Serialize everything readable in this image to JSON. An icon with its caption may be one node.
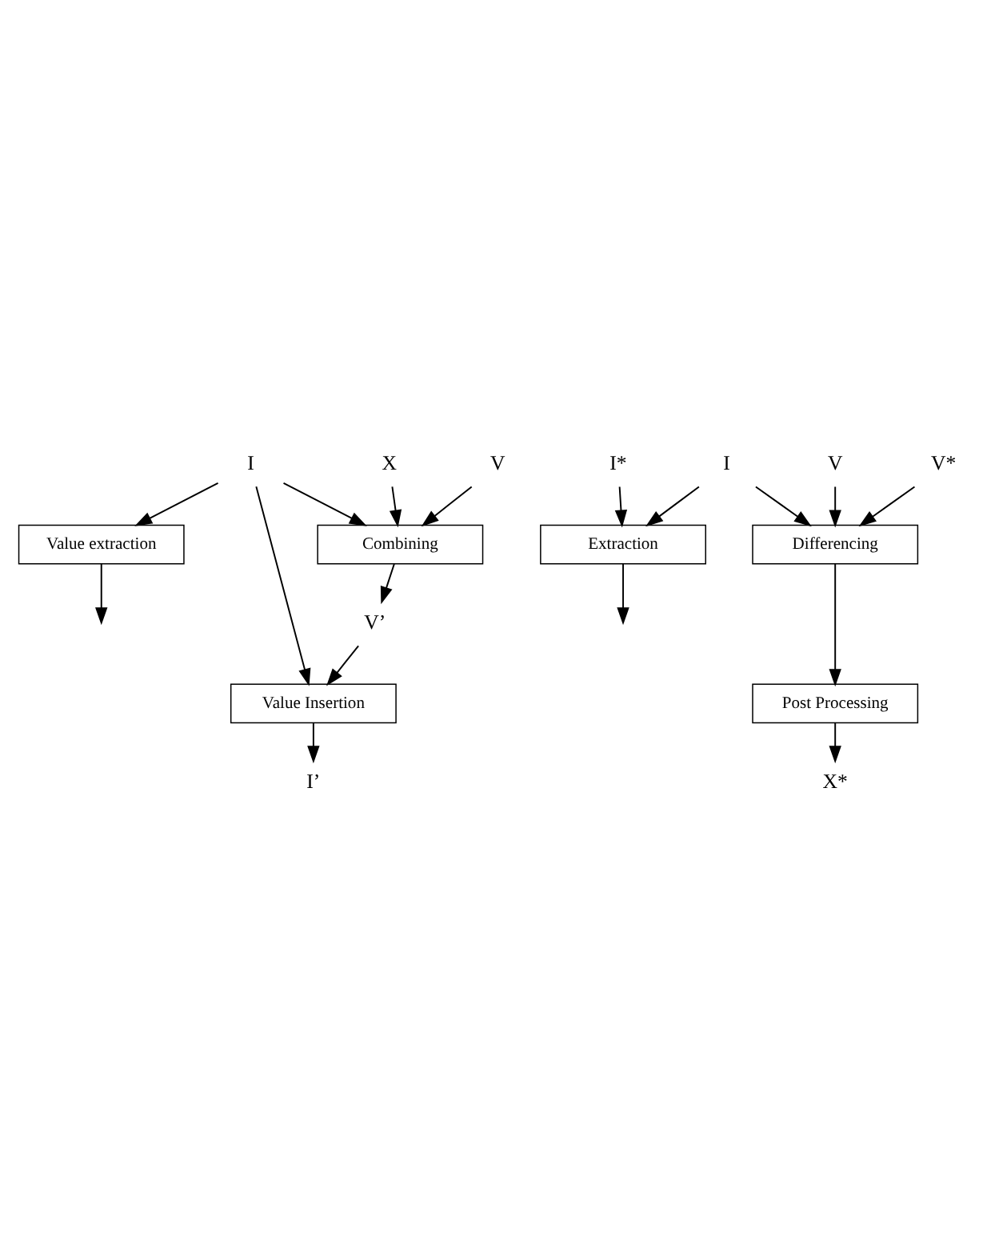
{
  "diagram": {
    "nodes": [
      {
        "text": [
          "I"
        ]
      },
      {
        "text": [
          "Value extraction"
        ]
      },
      {
        "text": [
          "X"
        ]
      },
      {
        "text": [
          "V"
        ]
      },
      {
        "text": [
          "Combining"
        ]
      },
      {
        "text": [
          "V’"
        ]
      },
      {
        "text": [
          "Value Insertion"
        ]
      },
      {
        "text": [
          "I’"
        ]
      },
      {
        "text": [
          "I*"
        ]
      },
      {
        "text": [
          "I"
        ]
      },
      {
        "text": [
          "Extraction"
        ]
      },
      {
        "text": [
          "V"
        ]
      },
      {
        "text": [
          "V*"
        ]
      },
      {
        "text": [
          "Differencing"
        ]
      },
      {
        "text": [
          "Post Processing"
        ]
      },
      {
        "text": [
          "X*"
        ]
      }
    ],
    "edges": [
      {
        "from": 0,
        "to": 1,
        "arrow": "to"
      },
      {
        "from": 1,
        "to": null,
        "arrow": "to"
      },
      {
        "from": 2,
        "to": 4,
        "arrow": "to"
      },
      {
        "from": 3,
        "to": 4,
        "arrow": "to"
      },
      {
        "from": 0,
        "to": 4,
        "arrow": "to"
      },
      {
        "from": 0,
        "to": 6,
        "arrow": "to"
      },
      {
        "from": 4,
        "to": 5,
        "arrow": "to"
      },
      {
        "from": 5,
        "to": 6,
        "arrow": "to"
      },
      {
        "from": 6,
        "to": 7,
        "arrow": "to"
      },
      {
        "from": 8,
        "to": 10,
        "arrow": "to"
      },
      {
        "from": 9,
        "to": 10,
        "arrow": "to"
      },
      {
        "from": 10,
        "to": null,
        "arrow": "to"
      },
      {
        "from": 11,
        "to": 13,
        "arrow": "to"
      },
      {
        "from": 12,
        "to": 13,
        "arrow": "to"
      },
      {
        "from": 9,
        "to": 13,
        "arrow": "to"
      },
      {
        "from": 13,
        "to": 14,
        "arrow": "to"
      },
      {
        "from": 14,
        "to": 15,
        "arrow": "to"
      }
    ]
  }
}
